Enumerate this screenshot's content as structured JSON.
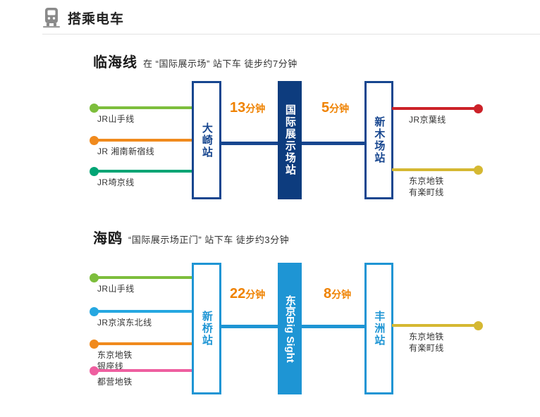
{
  "header": {
    "icon": "train-icon",
    "title": "搭乘电车"
  },
  "colors": {
    "navy": "#17468f",
    "navy_dark": "#0d3c7e",
    "lightblue": "#1e95d4",
    "orange_time": "#ef8200",
    "jr_yamanote": "#7dbe3c",
    "jr_shonan": "#f08a1d",
    "jr_saikyo": "#00a474",
    "jr_keiyo": "#cc2229",
    "metro_yurakucho": "#d5b832",
    "jr_keihin": "#25a7e1",
    "metro_ginza": "#f08a1d",
    "toei": "#ee5fa0",
    "text": "#333333",
    "divider": "#e3e3e3"
  },
  "sections": [
    {
      "id": "rinkai",
      "name": "临海线",
      "note": "在 “国际展示场” 站下车 徒步约7分钟",
      "stations": [
        {
          "id": "osaki",
          "label": "大崎站",
          "style": "outline",
          "color": "#17468f"
        },
        {
          "id": "kokusai-tenjijo",
          "label": "国际展示场站",
          "style": "filled",
          "color": "#0d3c7e"
        },
        {
          "id": "shin-kiba",
          "label": "新木场站",
          "style": "outline",
          "color": "#17468f"
        }
      ],
      "legs": [
        {
          "from": "osaki",
          "to": "kokusai-tenjijo",
          "num": "13",
          "unit": "分钟"
        },
        {
          "from": "kokusai-tenjijo",
          "to": "shin-kiba",
          "num": "5",
          "unit": "分钟"
        }
      ],
      "left_lines": [
        {
          "label": "JR山手线",
          "color": "#7dbe3c"
        },
        {
          "label": "JR 湘南新宿线",
          "color": "#f08a1d"
        },
        {
          "label": "JR埼京线",
          "color": "#00a474"
        }
      ],
      "right_lines": [
        {
          "label": "JR京葉线",
          "color": "#cc2229"
        },
        {
          "label": "东京地铁\n有楽町线",
          "color": "#d5b832"
        }
      ]
    },
    {
      "id": "yurikamome",
      "name": "海鸥",
      "note": "“国际展示场正门” 站下车 徒步约3分钟",
      "stations": [
        {
          "id": "shimbashi",
          "label": "新桥站",
          "style": "outline",
          "color": "#1e95d4"
        },
        {
          "id": "tokyo-big-sight",
          "label": "东京Big Sight",
          "style": "filled",
          "color": "#1e95d4"
        },
        {
          "id": "toyosu",
          "label": "丰洲站",
          "style": "outline",
          "color": "#1e95d4"
        }
      ],
      "legs": [
        {
          "from": "shimbashi",
          "to": "tokyo-big-sight",
          "num": "22",
          "unit": "分钟"
        },
        {
          "from": "tokyo-big-sight",
          "to": "toyosu",
          "num": "8",
          "unit": "分钟"
        }
      ],
      "left_lines": [
        {
          "label": "JR山手线",
          "color": "#7dbe3c"
        },
        {
          "label": "JR京滨东北线",
          "color": "#25a7e1"
        },
        {
          "label": "东京地铁\n银座线",
          "color": "#f08a1d"
        },
        {
          "label": "都营地铁",
          "color": "#ee5fa0"
        }
      ],
      "right_lines": [
        {
          "label": "东京地铁\n有楽町线",
          "color": "#d5b832"
        }
      ]
    }
  ]
}
